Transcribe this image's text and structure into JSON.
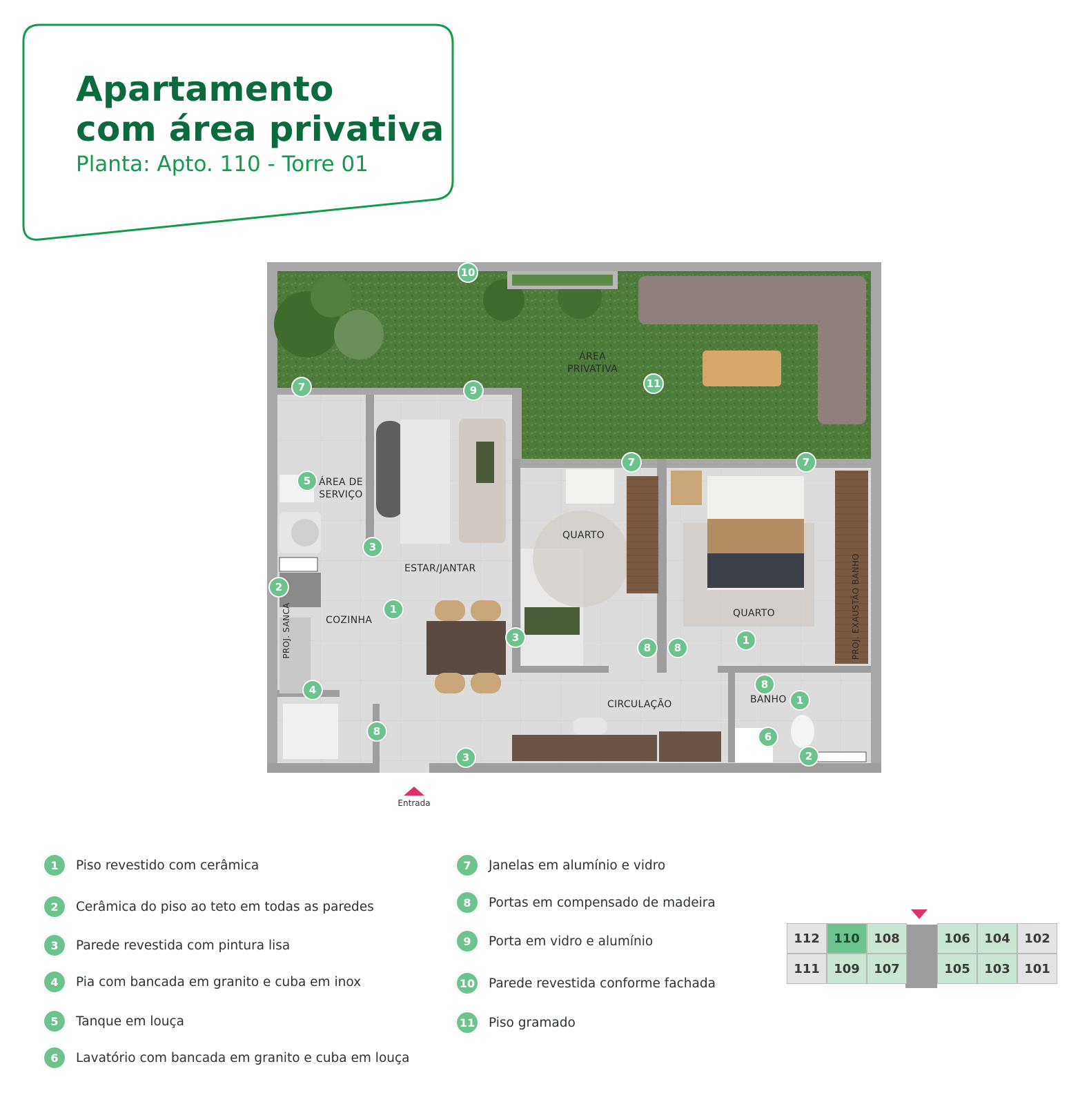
{
  "header": {
    "title_line1": "Apartamento",
    "title_line2": "com área privativa",
    "subtitle": "Planta: Apto. 110 - Torre 01"
  },
  "colors": {
    "brand_dark": "#0b6b3e",
    "brand": "#149a4c",
    "marker": "#6cc38d",
    "entrance": "#e0306e",
    "lawn": "#4f7a3b",
    "floor": "#d9d9d9",
    "wall": "#9e9e9e"
  },
  "rooms": {
    "area_privativa": "ÁREA\nPRIVATIVA",
    "area_servico": "ÁREA DE\nSERVIÇO",
    "estar_jantar": "ESTAR/JANTAR",
    "cozinha": "COZINHA",
    "quarto1": "QUARTO",
    "quarto2": "QUARTO",
    "circulacao": "CIRCULAÇÃO",
    "banho": "BANHO",
    "proj_sanca": "PROJ. SANCA",
    "proj_exaustao": "PROJ. EXAUSTÃO BANHO"
  },
  "entrance": {
    "label": "Entrada",
    "icon": "entrance-arrow-icon"
  },
  "markers": [
    "10",
    "11",
    "7",
    "9",
    "7",
    "7",
    "5",
    "3",
    "2",
    "1",
    "3",
    "8",
    "8",
    "1",
    "4",
    "8",
    "1",
    "8",
    "3",
    "6",
    "2"
  ],
  "legend": [
    {
      "num": "1",
      "text": "Piso revestido com cerâmica"
    },
    {
      "num": "2",
      "text": "Cerâmica do piso ao teto em todas as paredes"
    },
    {
      "num": "3",
      "text": "Parede revestida com pintura lisa"
    },
    {
      "num": "4",
      "text": "Pia com bancada em granito e cuba em inox"
    },
    {
      "num": "5",
      "text": "Tanque em louça"
    },
    {
      "num": "6",
      "text": "Lavatório com bancada em granito e cuba em louça"
    },
    {
      "num": "7",
      "text": "Janelas em alumínio e vidro"
    },
    {
      "num": "8",
      "text": "Portas em compensado de madeira"
    },
    {
      "num": "9",
      "text": "Porta em vidro e alumínio"
    },
    {
      "num": "10",
      "text": "Parede revestida conforme fachada"
    },
    {
      "num": "11",
      "text": "Piso gramado"
    }
  ],
  "unit_map": {
    "selected": "110",
    "top_row": [
      "112",
      "110",
      "108",
      "106",
      "104",
      "102"
    ],
    "bottom_row": [
      "111",
      "109",
      "107",
      "105",
      "103",
      "101"
    ]
  }
}
